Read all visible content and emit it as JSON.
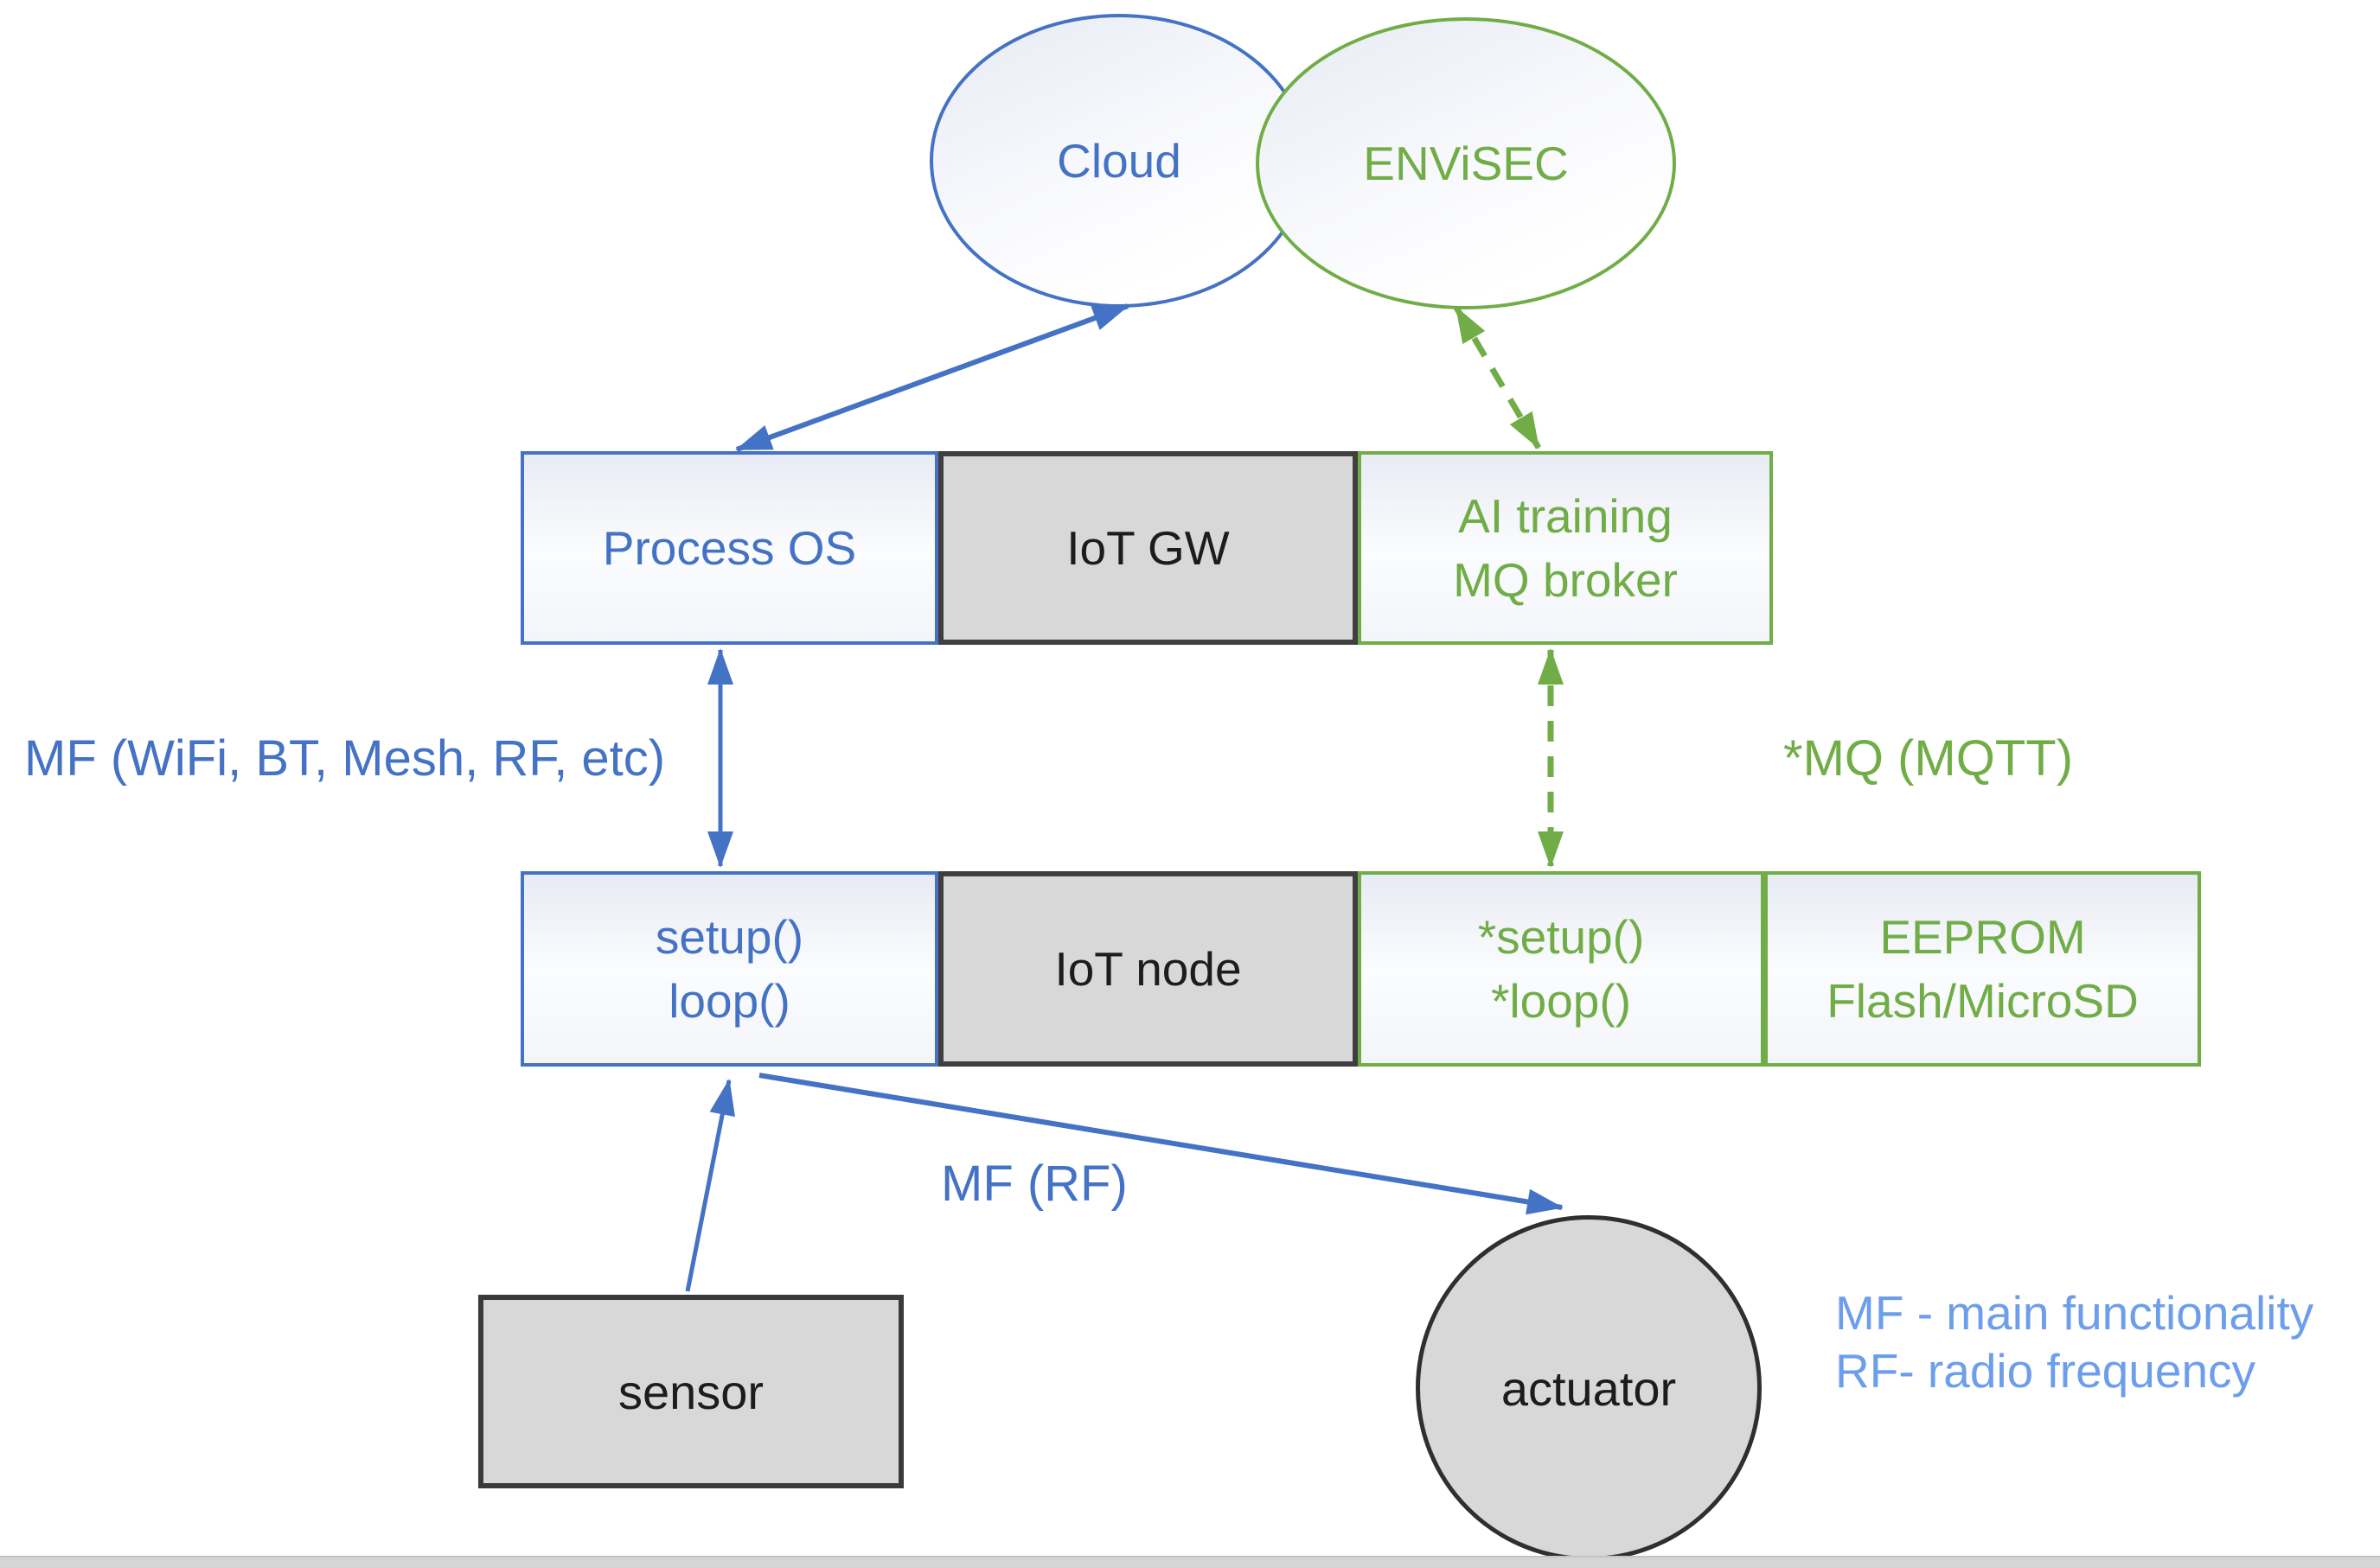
{
  "palette": {
    "blue": "#4472c4",
    "green": "#70ad47",
    "gray_fill": "#d8d8d8",
    "dark_border": "#3f3f3f",
    "legend_blue": "#6d9eeb"
  },
  "ellipses": {
    "cloud": {
      "label": "Cloud"
    },
    "envisec": {
      "label": "ENViSEC"
    }
  },
  "gateway_row": {
    "process_os": {
      "label": "Process OS"
    },
    "iot_gw": {
      "label": "IoT GW"
    },
    "ai_training": {
      "line1": "AI training",
      "line2": "MQ broker"
    }
  },
  "node_row": {
    "setup_loop": {
      "line1": "setup()",
      "line2": "loop()"
    },
    "iot_node": {
      "label": "IoT node"
    },
    "star_setup_loop": {
      "line1": "*setup()",
      "line2": "*loop()"
    },
    "storage": {
      "line1": "EEPROM",
      "line2": "Flash/MicroSD"
    }
  },
  "labels": {
    "mf_wifi": "MF (WiFi, BT, Mesh, RF, etc)",
    "mq_mqtt": "*MQ (MQTT)",
    "mf_rf": "MF (RF)"
  },
  "devices": {
    "sensor": {
      "label": "sensor"
    },
    "actuator": {
      "label": "actuator"
    }
  },
  "legend": {
    "line1": "MF - main functionality",
    "line2": "RF- radio frequency"
  }
}
